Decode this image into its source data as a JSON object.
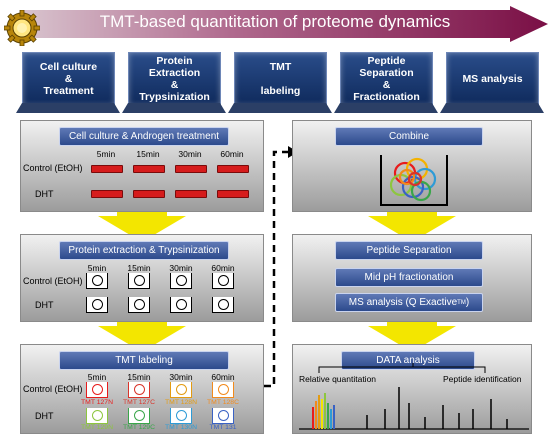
{
  "title": "TMT-based quantitation of proteome dynamics",
  "steps": [
    "Cell culture\n&\nTreatment",
    "Protein\nExtraction\n&\nTrypsinization",
    "TMT\n\nlabeling",
    "Peptide\nSeparation\n&\nFractionation",
    "MS analysis"
  ],
  "left_panels": {
    "p1": {
      "title": "Cell culture & Androgen treatment",
      "times": [
        "5min",
        "15min",
        "30min",
        "60min"
      ],
      "control": "Control (EtOH)",
      "dht": "DHT"
    },
    "p2": {
      "title": "Protein extraction & Trypsinization",
      "times": [
        "5min",
        "15min",
        "30min",
        "60min"
      ],
      "control": "Control (EtOH)",
      "dht": "DHT"
    },
    "p3": {
      "title": "TMT labeling",
      "times": [
        "5min",
        "15min",
        "30min",
        "60min"
      ],
      "control": "Control (EtOH)",
      "dht": "DHT",
      "tags_control": [
        "TMT 127N",
        "TMT 127C",
        "TMT 128N",
        "TMT 128C"
      ],
      "tags_dht": [
        "TMT 129N",
        "TMT 129C",
        "TMT 130N",
        "TMT 131"
      ]
    }
  },
  "right_panels": {
    "combine": "Combine",
    "peptide_sep": "Peptide Separation",
    "midph": "Mid pH fractionation",
    "ms": "MS analysis (Q Exactive",
    "ms_tm": "TM",
    "ms_close": ")",
    "data": "DATA analysis",
    "rel_quant": "Relative quantitation",
    "pep_id": "Peptide identification"
  },
  "colors": {
    "banner": "#8b1a4f",
    "step_bg": "#1c3d78",
    "panel_btn": "#3f5da0",
    "arrow": "#f3e600",
    "tags_control": [
      "#e81c1c",
      "#d9342a",
      "#e39b12",
      "#f28a1c"
    ],
    "tags_dht": [
      "#8dc63f",
      "#3aa64a",
      "#2e9bd6",
      "#3a62c4"
    ]
  }
}
